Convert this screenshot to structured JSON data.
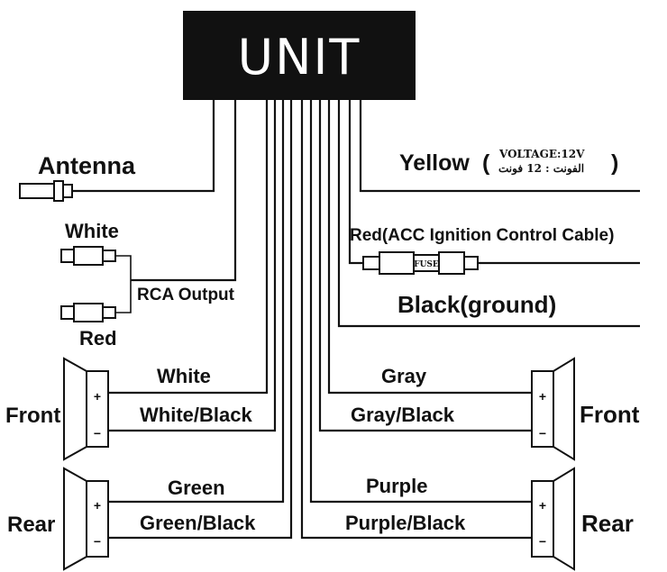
{
  "unit": {
    "title": "UNIT"
  },
  "power": {
    "yellow_label": "Yellow",
    "paren_open": "(",
    "paren_close": ")",
    "voltage_en": "VOLTAGE:12V",
    "voltage_ar": "الفونت : 12 فونت",
    "red_label": "Red(ACC  Ignition Control Cable)",
    "fuse_label": "FUSE",
    "black_label": "Black(ground)"
  },
  "antenna": {
    "label": "Antenna"
  },
  "rca": {
    "white_label": "White",
    "red_label": "Red",
    "output_label": "RCA Output"
  },
  "speakers": {
    "front_left": {
      "label": "Front",
      "plus_wire": "White",
      "minus_wire": "White/Black"
    },
    "rear_left": {
      "label": "Rear",
      "plus_wire": "Green",
      "minus_wire": "Green/Black"
    },
    "front_right": {
      "label": "Front",
      "plus_wire": "Gray",
      "minus_wire": "Gray/Black"
    },
    "rear_right": {
      "label": "Rear",
      "plus_wire": "Purple",
      "minus_wire": "Purple/Black"
    },
    "plus_symbol": "+",
    "minus_symbol": "−"
  }
}
